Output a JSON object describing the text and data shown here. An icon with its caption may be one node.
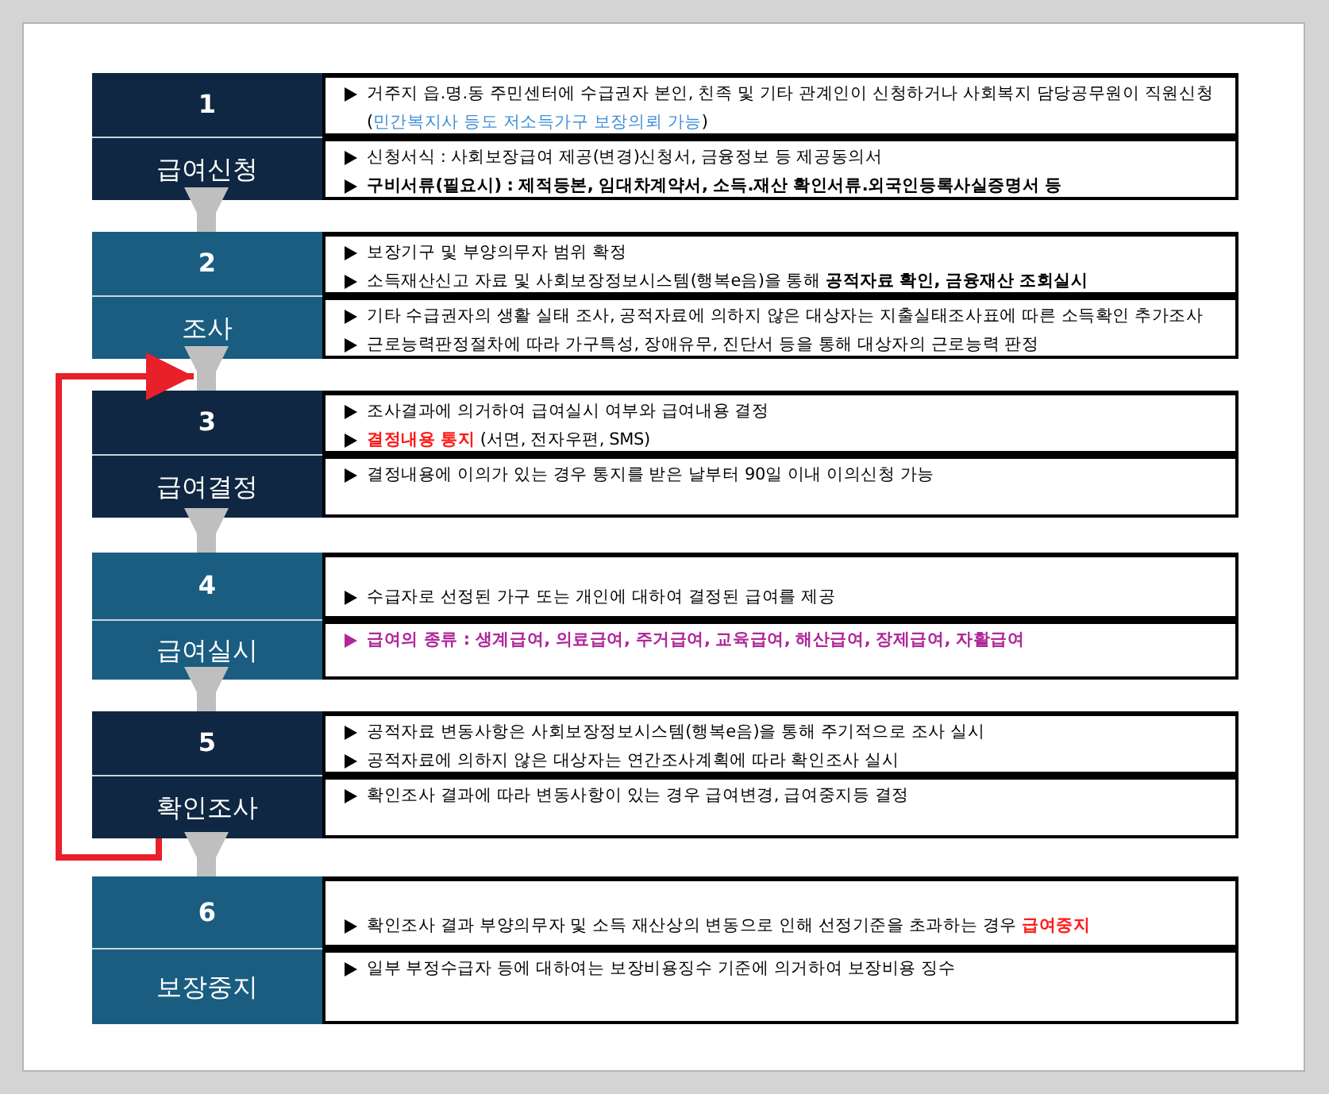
{
  "diagram": {
    "nodes": [
      {
        "text": [
          "1"
        ]
      },
      {
        "text": [
          "거주지 읍.명.동 주민센터에 수급권자 본인, 친족 및 기타 관계인이 신청하거나 사회복지 담당공무원이 직원신청(**민간복지사 등도 저소득가구 보장의뢰 가능**)"
        ]
      },
      {
        "text": [
          "급여신청"
        ]
      },
      {
        "text": [
          "신청서식 : 사회보장급여 제공(변경)신청서, 금융정보 등 제공동의서",
          "**구비서류(필요시) : 제적등본, 임대차계약서, 소득.재산 확인서류.외국인등록사실증명서 등**"
        ]
      },
      {
        "text": [
          "2"
        ]
      },
      {
        "text": [
          "보장기구 및 부양의무자 범위 확정",
          "소득재산신고 자료 및 사회보장정보시스템(행복e음)을 통해 **공적자료 확인, 금융재산 조회실시**"
        ]
      },
      {
        "text": [
          "조사"
        ]
      },
      {
        "text": [
          "기타 수급권자의 생활 실태 조사, 공적자료에 의하지 않은 대상자는 지출실태조사표에 따른 소득확인 추가조사",
          "근로능력판정절차에 따라 가구특성, 장애유무, 진단서 등을 통해 대상자의 근로능력 판정"
        ]
      },
      {
        "text": [
          "3"
        ]
      },
      {
        "text": [
          "조사결과에 의거하여 급여실시 여부와 급여내용 결정",
          "**결정내용 통지** (서면, 전자우편, SMS)"
        ]
      },
      {
        "text": [
          "급여결정"
        ]
      },
      {
        "text": [
          "결정내용에 이의가 있는 경우 통지를 받은 날부터 90일 이내 이의신청 가능"
        ]
      },
      {
        "text": [
          "4"
        ]
      },
      {
        "text": [
          "수급자로 선정된 가구 또는 개인에 대하여 결정된 급여를 제공"
        ]
      },
      {
        "text": [
          "급여실시"
        ]
      },
      {
        "text": [
          "급여의 종류 : 생계급여, 의료급여, 주거급여, 교육급여, 해산급여, 장제급여, 자활급여"
        ]
      },
      {
        "text": [
          "5"
        ]
      },
      {
        "text": [
          "공적자료 변동사항은 사회보장정보시스템(행복e음)을 통해 주기적으로 조사 실시",
          "공적자료에 의하지 않은 대상자는 연간조사계획에 따라 확인조사 실시"
        ]
      },
      {
        "text": [
          "확인조사"
        ]
      },
      {
        "text": [
          "확인조사 결과에 따라 변동사항이 있는 경우 급여변경, 급여중지등 결정"
        ]
      },
      {
        "text": [
          "6"
        ]
      },
      {
        "text": [
          "확인조사 결과 부양의무자 및 소득 재산상의 변동으로 인해 선정기준을 초과하는 경우 **급여중지**"
        ]
      },
      {
        "text": [
          "보장중지"
        ]
      },
      {
        "text": [
          "일부 부정수급자 등에 대하여는 보장비용징수 기준에 의거하여 보장비용 징수"
        ]
      }
    ],
    "edges": [
      {
        "from": 2,
        "to": 4,
        "arrow": "to"
      },
      {
        "from": 6,
        "to": 8,
        "arrow": "to"
      },
      {
        "from": 10,
        "to": 12,
        "arrow": "to"
      },
      {
        "from": 14,
        "to": 16,
        "arrow": "to"
      },
      {
        "from": 18,
        "to": 20,
        "arrow": "to"
      },
      {
        "from": 18,
        "to": 8,
        "arrow": "to",
        "color": "#e8202a"
      }
    ]
  }
}
